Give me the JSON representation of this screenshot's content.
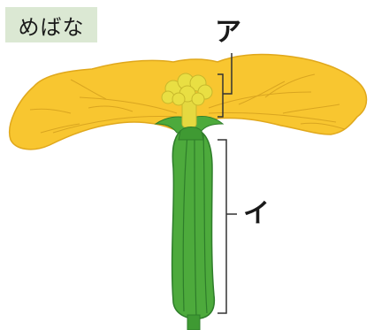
{
  "title": "めばな",
  "labels": {
    "a": "ア",
    "i": "イ"
  },
  "colors": {
    "title_bg": "#dbe8d3",
    "petal": "#f8c630",
    "petal_edge": "#e0a81c",
    "stigma": "#e9df43",
    "ovary": "#4daa3c",
    "ovary_dark": "#2e7d2a",
    "bracket": "#333333"
  }
}
